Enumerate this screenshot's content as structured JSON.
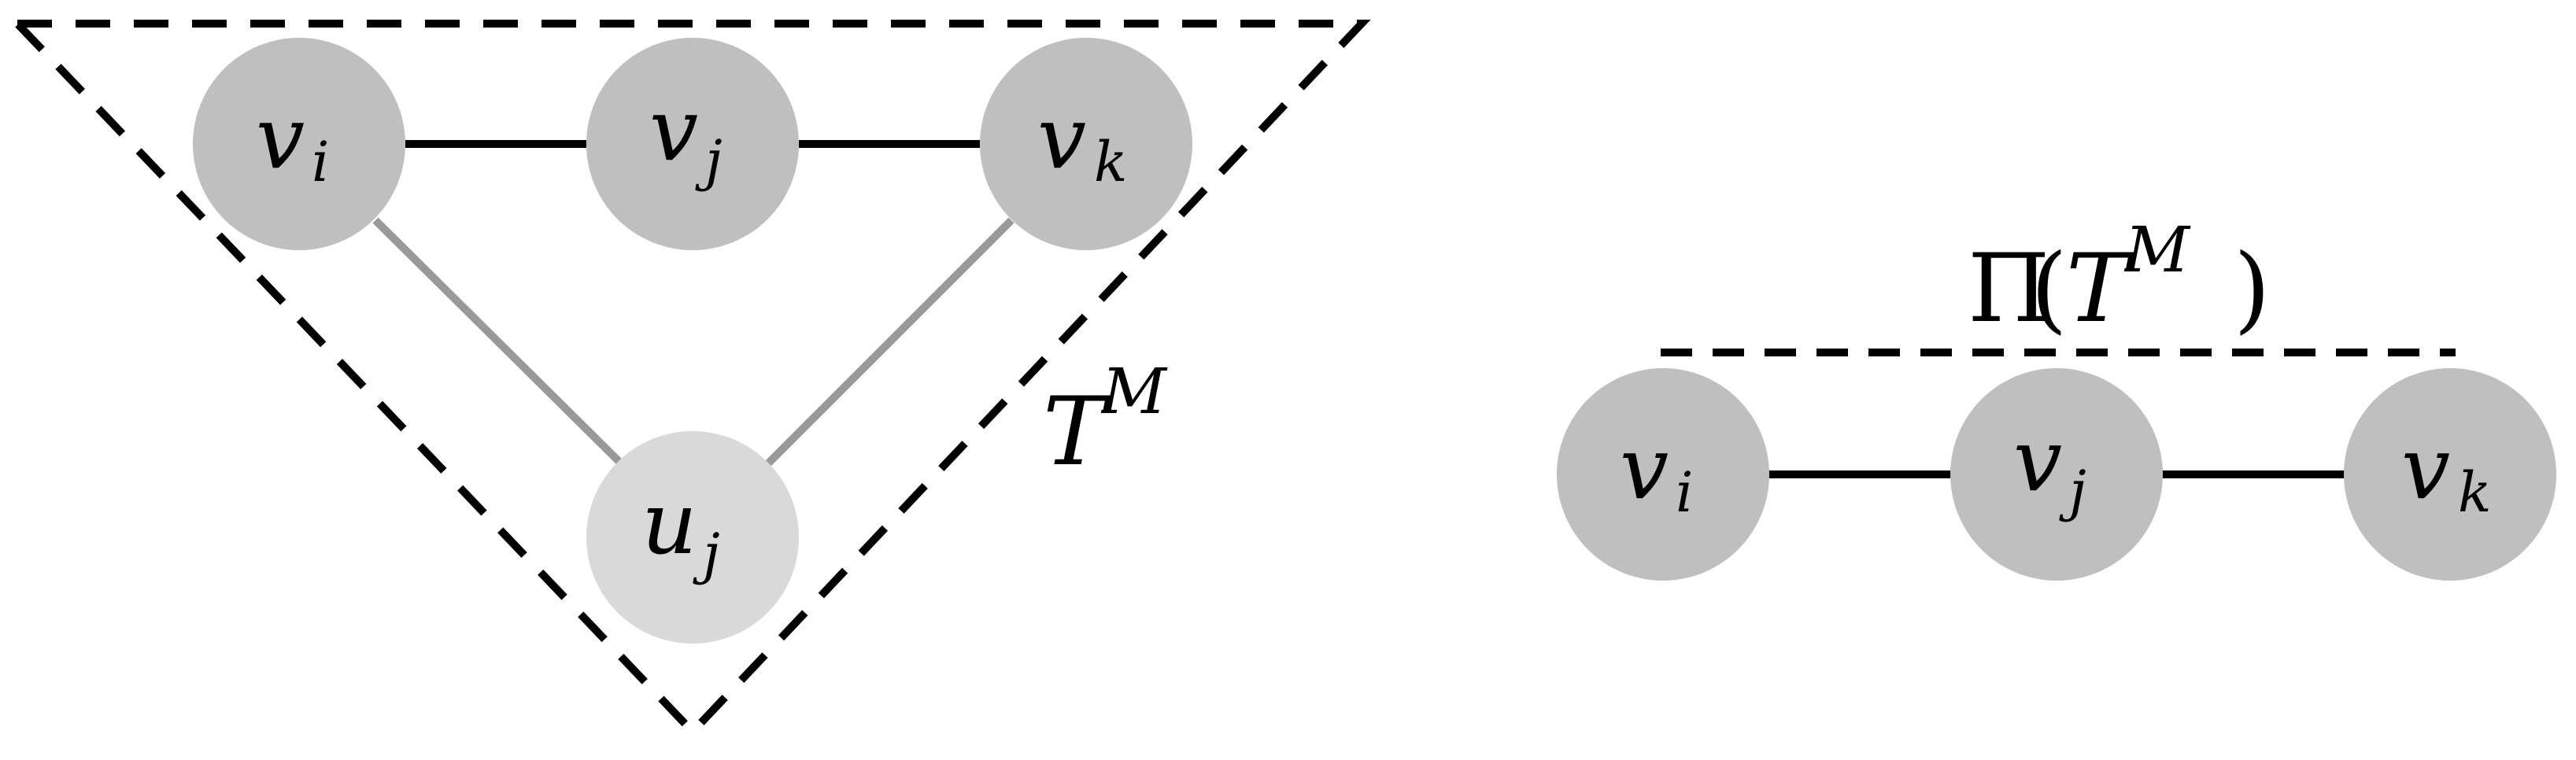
{
  "left_diagram": {
    "nodes": {
      "vi": {
        "base": "v",
        "sub": "i"
      },
      "vj": {
        "base": "v",
        "sub": "j"
      },
      "vk": {
        "base": "v",
        "sub": "k"
      },
      "uj": {
        "base": "u",
        "sub": "j"
      }
    },
    "region_label": {
      "base": "T",
      "sup": "M"
    }
  },
  "right_diagram": {
    "nodes": {
      "vi": {
        "base": "v",
        "sub": "i"
      },
      "vj": {
        "base": "v",
        "sub": "j"
      },
      "vk": {
        "base": "v",
        "sub": "k"
      }
    },
    "projection_label": {
      "pi": "Π",
      "open": "(",
      "base": "T",
      "sup": "M",
      "close": ")"
    }
  },
  "colors": {
    "node_dark": "#bfbfbf",
    "node_light": "#d9d9d9",
    "edge_black": "#000000",
    "edge_gray": "#999999",
    "dashed": "#000000"
  }
}
